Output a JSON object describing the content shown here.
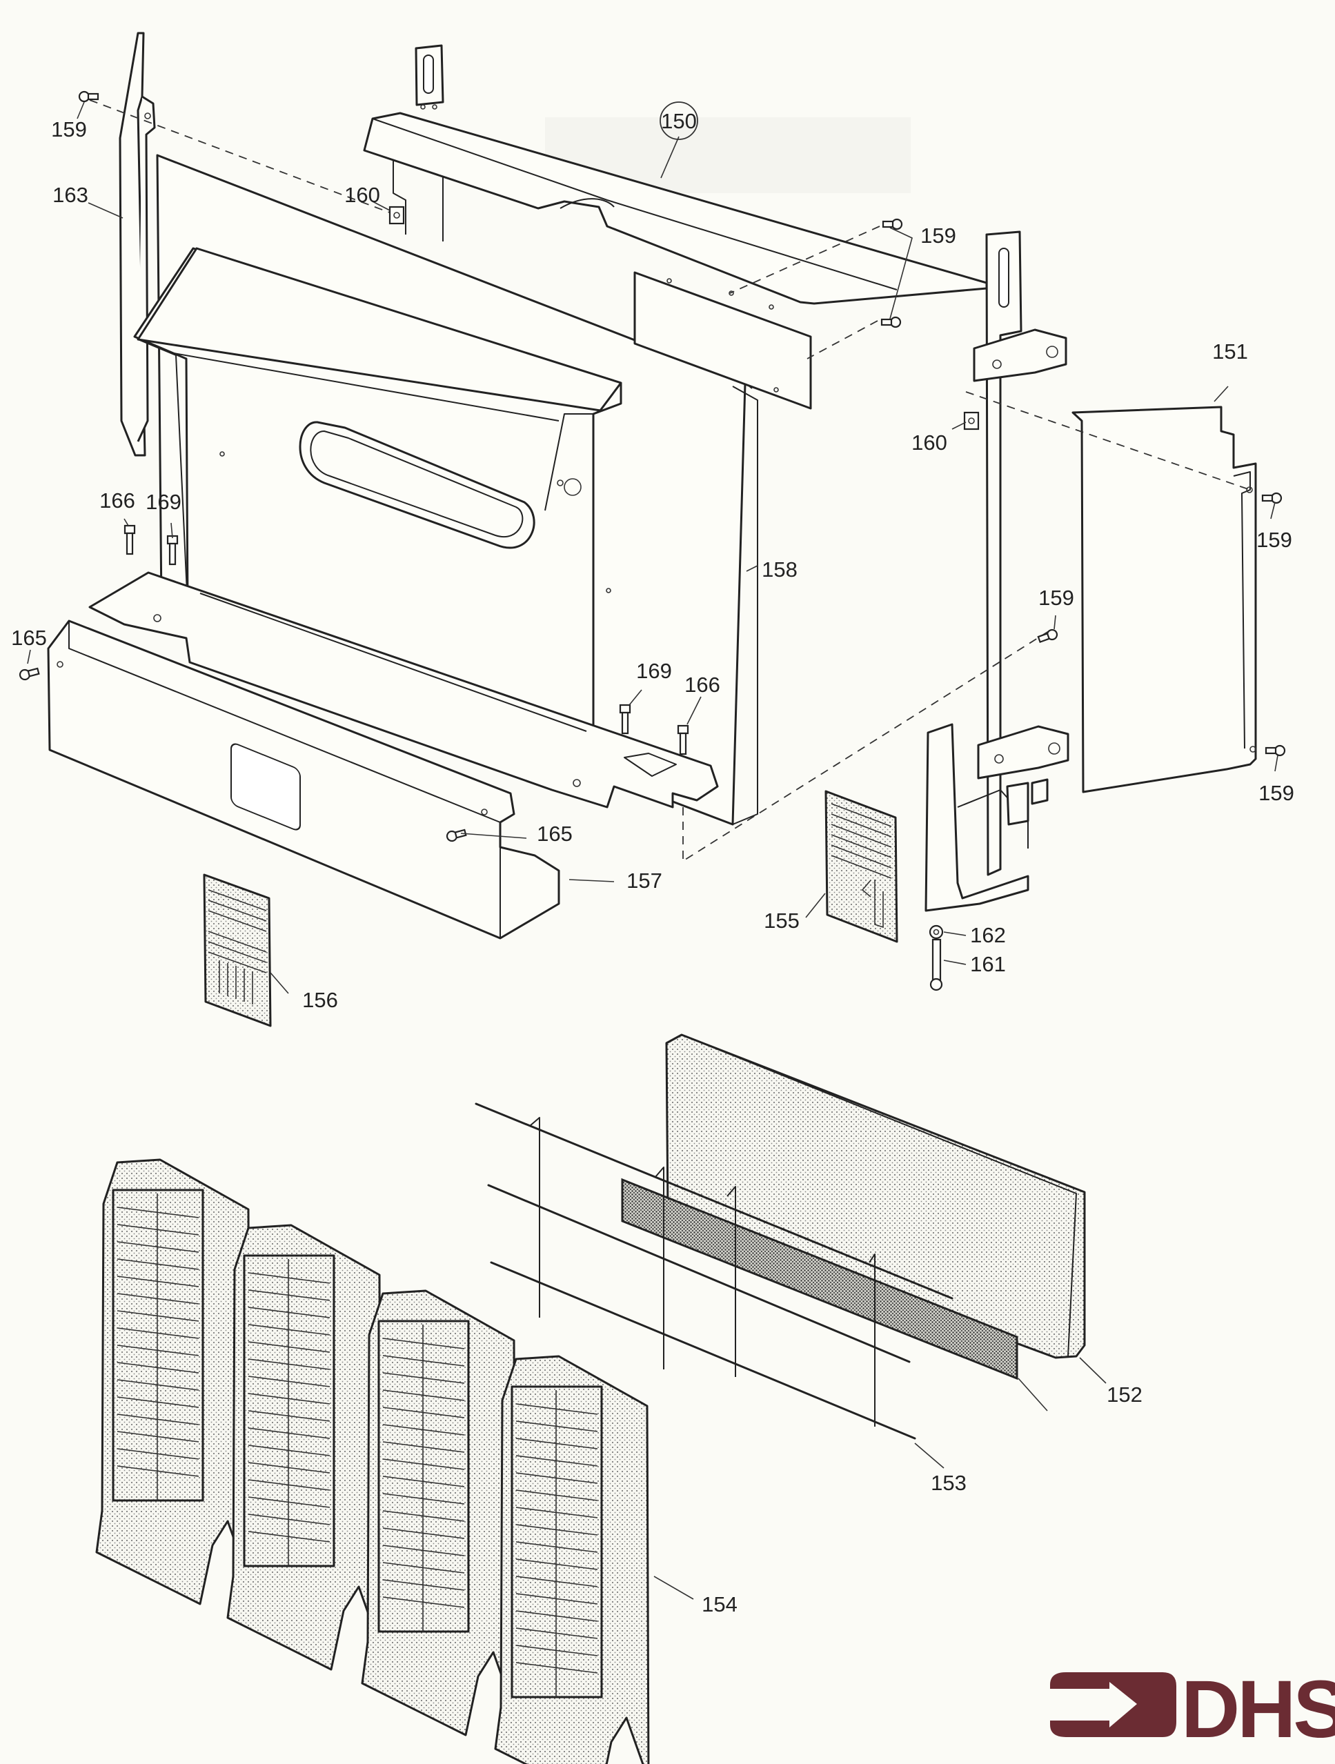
{
  "document": {
    "type": "exploded parts diagram",
    "subject": "gas fire casing, brackets, fuel bed and radiants"
  },
  "logo": {
    "text": "DHS",
    "color": "#6b2c33",
    "icon": "arrow-right-icon"
  },
  "callouts": {
    "c150": "150",
    "c151": "151",
    "c152": "152",
    "c153": "153",
    "c154": "154",
    "c155": "155",
    "c156": "156",
    "c157": "157",
    "c158": "158",
    "c159_a": "159",
    "c159_b": "159",
    "c159_c": "159",
    "c159_d": "159",
    "c159_e": "159",
    "c160_a": "160",
    "c160_b": "160",
    "c161": "161",
    "c162": "162",
    "c163": "163",
    "c165_a": "165",
    "c165_b": "165",
    "c166_a": "166",
    "c166_b": "166",
    "c169_a": "169",
    "c169_b": "169"
  },
  "highlighted_callout": "150",
  "colors": {
    "ink": "#222222",
    "paper": "#fbfbf6",
    "brand": "#6b2c33"
  }
}
